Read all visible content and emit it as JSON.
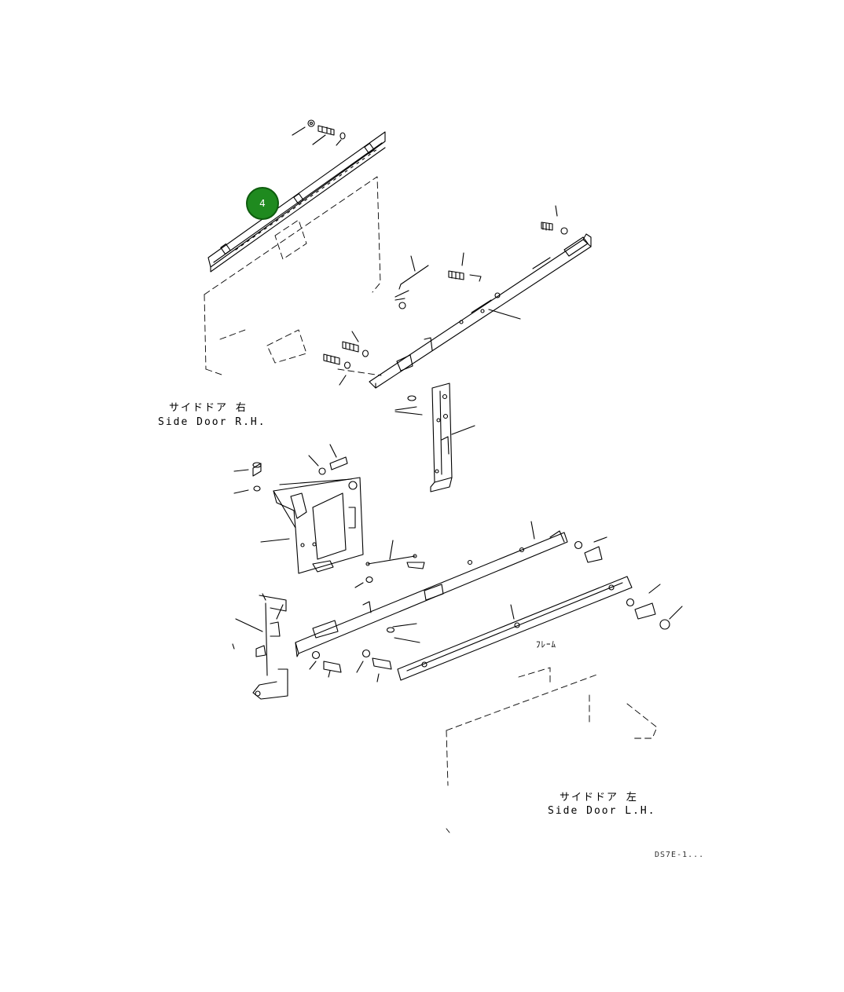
{
  "diagram": {
    "labels": {
      "side_door_rh_jp": "サイドドア 右",
      "side_door_rh_en": "Side Door R.H.",
      "side_door_lh_jp": "サイドドア 左",
      "side_door_lh_en": "Side Door L.H.",
      "reference_mark": "ﾌﾚｰﾑ",
      "drawing_code": "DS7E-1..."
    },
    "callout": {
      "number": "4",
      "color": "#1f8a1f"
    },
    "line_color": "#000000"
  }
}
